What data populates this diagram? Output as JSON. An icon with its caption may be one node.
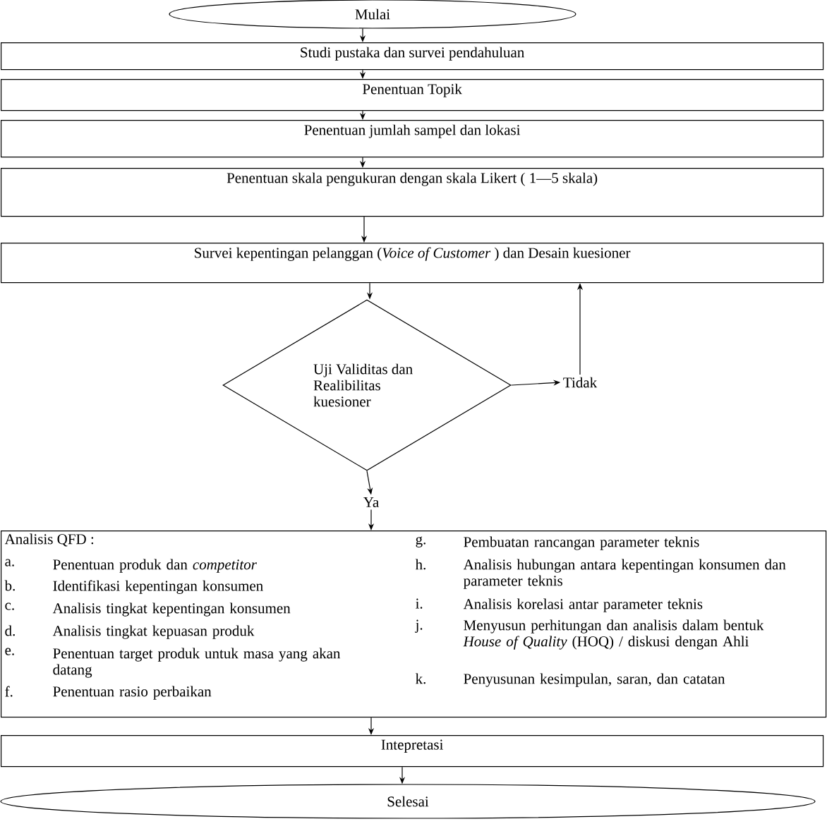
{
  "diagram": {
    "nodes": [
      {
        "text": [
          "Mulai"
        ]
      },
      {
        "text": [
          "Studi pustaka dan survei pendahuluan"
        ]
      },
      {
        "text": [
          "Penentuan Topik"
        ]
      },
      {
        "text": [
          "Penentuan jumlah sampel dan lokasi"
        ]
      },
      {
        "text": [
          "Penentuan skala pengukuran  dengan  skala Likert ( 1—5 skala)"
        ]
      },
      {
        "text": [
          "Survei kepentingan pelanggan (*Voice of Customer* ) dan Desain kuesioner"
        ]
      },
      {
        "text": [
          "Uji Validitas dan Realibilitas kuesioner"
        ]
      },
      {
        "text": [
          "Tidak"
        ]
      },
      {
        "text": [
          "Ya"
        ]
      },
      {
        "text": [
          "Analisis QFD :",
          "a.",
          "Penentuan produk dan *competitor*",
          "b.",
          "Identifikasi kepentingan konsumen",
          "c.",
          "Analisis tingkat kepentingan konsumen",
          "d.",
          "Analisis tingkat kepuasan produk",
          "e.",
          "Penentuan target produk untuk masa yang akan datang",
          "f.",
          "Penentuan rasio perbaikan",
          "g.",
          "Pembuatan rancangan parameter teknis",
          "h.",
          "Analisis hubungan antara kepentingan konsumen  dan parameter teknis",
          "i.",
          "Analisis korelasi antar parameter teknis",
          "j.",
          "Menyusun perhitungan dan analisis dalam bentuk *House of Quality* (HOQ) / diskusi dengan Ahli",
          "k.",
          "Penyusunan kesimpulan, saran, dan catatan"
        ]
      },
      {
        "text": [
          "Intepretasi"
        ]
      },
      {
        "text": [
          "Selesai"
        ]
      }
    ],
    "edges": [
      {
        "from": 0,
        "to": 1,
        "arrow": "to"
      },
      {
        "from": 1,
        "to": 2,
        "arrow": "to"
      },
      {
        "from": 2,
        "to": 3,
        "arrow": "to"
      },
      {
        "from": 3,
        "to": 4,
        "arrow": "to"
      },
      {
        "from": 4,
        "to": 5,
        "arrow": "to"
      },
      {
        "from": 5,
        "to": 6,
        "arrow": "to"
      },
      {
        "from": 6,
        "to": 7,
        "arrow": "to"
      },
      {
        "from": 7,
        "to": 5,
        "arrow": "to"
      },
      {
        "from": 6,
        "to": 8,
        "arrow": "to"
      },
      {
        "from": 8,
        "to": 9,
        "arrow": "to"
      },
      {
        "from": 9,
        "to": 10,
        "arrow": "to"
      },
      {
        "from": 10,
        "to": 11,
        "arrow": "to"
      }
    ]
  }
}
